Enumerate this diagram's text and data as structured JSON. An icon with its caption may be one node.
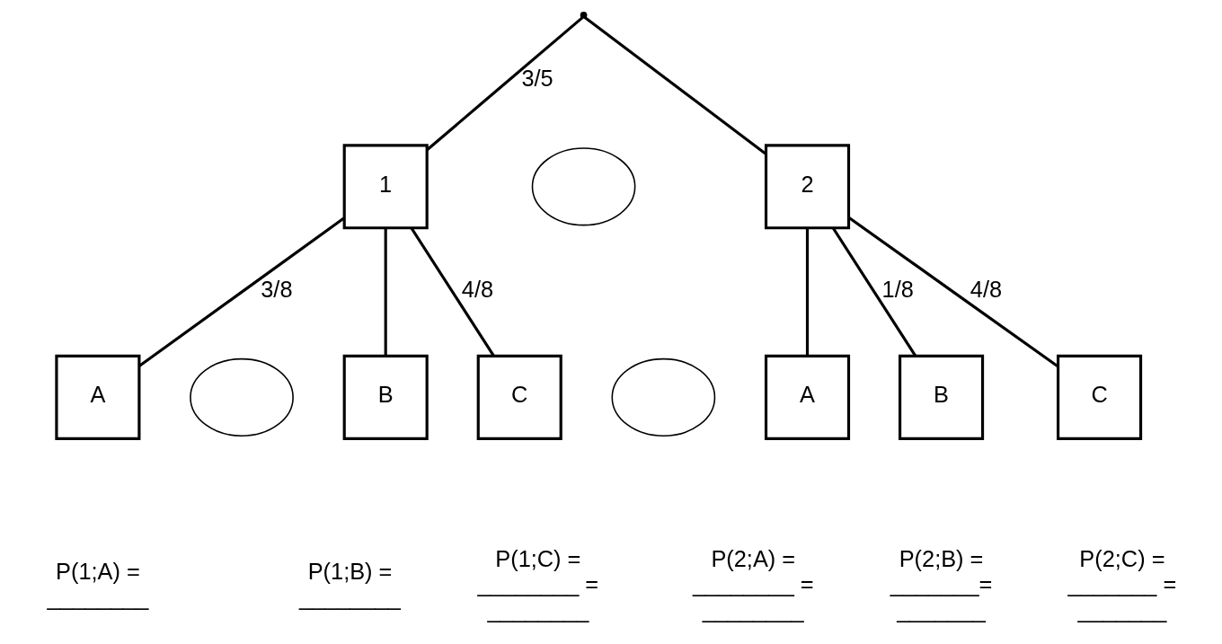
{
  "diagram": {
    "nodes": [
      {
        "text": [],
        "shape": "point"
      },
      {
        "text": [
          "1"
        ]
      },
      {
        "text": [
          "2"
        ]
      },
      {
        "text": [
          "A"
        ],
        "beside": [
          "P(1;A) =",
          "________"
        ]
      },
      {
        "text": [
          "B"
        ],
        "beside": [
          "P(1;B) =",
          "________"
        ]
      },
      {
        "text": [
          "C"
        ],
        "beside": [
          "P(1;C) =",
          "________ =",
          "________"
        ]
      },
      {
        "text": [
          "A"
        ],
        "beside": [
          "P(2;A) =",
          "________ =",
          "________"
        ]
      },
      {
        "text": [
          "B"
        ],
        "beside": [
          "P(2;B) =",
          "_______=",
          "_______"
        ]
      },
      {
        "text": [
          "C"
        ],
        "beside": [
          "P(2;C) =",
          "_______ =",
          "_______"
        ]
      },
      {
        "text": [],
        "shape": "ellipse"
      },
      {
        "text": [],
        "shape": "ellipse"
      },
      {
        "text": [],
        "shape": "ellipse"
      }
    ],
    "edges": [
      {
        "from": 0,
        "to": 1,
        "arrow": "none",
        "label": "3/5"
      },
      {
        "from": 0,
        "to": 2,
        "arrow": "none"
      },
      {
        "from": 1,
        "to": 3,
        "arrow": "none",
        "label": "3/8"
      },
      {
        "from": 1,
        "to": 4,
        "arrow": "none"
      },
      {
        "from": 1,
        "to": 5,
        "arrow": "none",
        "label": "4/8"
      },
      {
        "from": 2,
        "to": 6,
        "arrow": "none"
      },
      {
        "from": 2,
        "to": 7,
        "arrow": "none",
        "label": "1/8"
      },
      {
        "from": 2,
        "to": 8,
        "arrow": "none",
        "label": "4/8"
      }
    ]
  }
}
